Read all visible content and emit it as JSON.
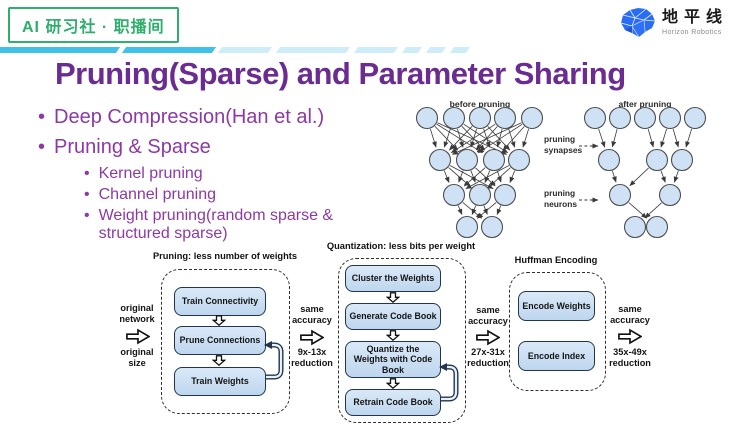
{
  "header": {
    "badge": "AI 研习社 · 职播间",
    "logo_cn": "地平线",
    "logo_en": "Horizon Robotics"
  },
  "slide": {
    "title": "Pruning(Sparse) and Parameter Sharing",
    "bullets": [
      {
        "text": "Deep Compression(Han et al.)",
        "level": 1
      },
      {
        "text": "Pruning & Sparse",
        "level": 1
      },
      {
        "text": "Kernel pruning",
        "level": 2
      },
      {
        "text": "Channel pruning",
        "level": 2
      },
      {
        "text": "Weight pruning(random sparse & structured sparse)",
        "level": 2
      }
    ]
  },
  "network": {
    "before_label": "before pruning",
    "after_label": "after pruning",
    "syn_line1": "pruning",
    "syn_line2": "synapses",
    "neu_line1": "pruning",
    "neu_line2": "neurons",
    "before_layers": [
      5,
      4,
      3,
      2
    ],
    "after_layers": [
      5,
      3,
      2,
      2
    ],
    "after_edges": [
      [
        [
          0,
          0
        ],
        [
          1,
          0
        ],
        [
          2,
          1
        ],
        [
          3,
          1
        ],
        [
          3,
          2
        ],
        [
          4,
          2
        ]
      ],
      [
        [
          0,
          0
        ],
        [
          1,
          0
        ],
        [
          1,
          1
        ],
        [
          2,
          1
        ]
      ],
      [
        [
          0,
          1
        ],
        [
          1,
          0
        ]
      ]
    ]
  },
  "pipeline": {
    "stages": [
      {
        "title": "Pruning: less number of weights",
        "boxes": [
          "Train Connectivity",
          "Prune Connections",
          "Train Weights"
        ]
      },
      {
        "title": "Quantization: less bits per weight",
        "boxes": [
          "Cluster the Weights",
          "Generate Code Book",
          "Quantize the Weights with Code Book",
          "Retrain Code Book"
        ]
      },
      {
        "title": "Huffman Encoding",
        "boxes": [
          "Encode Weights",
          "Encode Index"
        ]
      }
    ],
    "input": {
      "top": "original network",
      "bottom": "original size"
    },
    "transitions": [
      {
        "top": "same accuracy",
        "bottom": "9x-13x reduction"
      },
      {
        "top": "same accuracy",
        "bottom": "27x-31x reduction"
      },
      {
        "top": "same accuracy",
        "bottom": "35x-49x reduction"
      }
    ]
  },
  "colors": {
    "badge_green": "#2fae6e",
    "band_cyan": "#3fc1e8",
    "band_cyan_light": "#cdeef9",
    "title_purple": "#6a2c91",
    "bullet_purple": "#8c39a5",
    "node_fill": "#cfe2f5",
    "box_fill": "#cfe0f3",
    "logo_blue": "#2a6df5"
  }
}
